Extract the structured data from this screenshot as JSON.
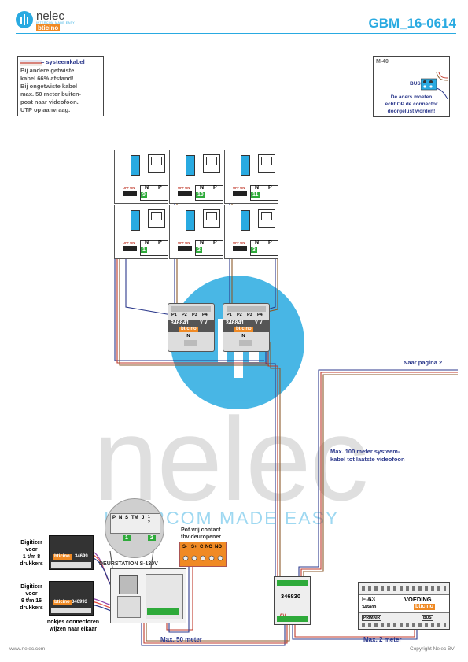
{
  "header": {
    "brand": "nelec",
    "brand_sub": "INTERCOM MADE EASY",
    "partner": "bticino",
    "doc_code": "GBM_16-0614",
    "colors": {
      "accent": "#29aae1",
      "wire_blue": "#2d3a8c",
      "wire_red": "#c0392b",
      "wire_brown": "#8b5a2b",
      "green": "#2eaa3a",
      "orange": "#f08a24"
    }
  },
  "legend_box": {
    "title": "= systeemkabel",
    "lines": [
      "Bij andere getwiste",
      "kabel 66% afstand!",
      "Bij ongetwiste kabel",
      "max. 50 meter buiten-",
      "post naar videofoon.",
      "UTP op aanvraag."
    ]
  },
  "m40_box": {
    "model": "M-40",
    "bus_label": "BUS",
    "note_lines": [
      "De aders moeten",
      "echt OP de connector",
      "doorgelust worden!"
    ]
  },
  "monitors": [
    {
      "switch": "OFF ON",
      "n": "N",
      "p": "P",
      "number": "9"
    },
    {
      "switch": "OFF ON",
      "n": "N",
      "p": "P",
      "number": "10"
    },
    {
      "switch": "OFF ON",
      "n": "N",
      "p": "P",
      "number": "11"
    },
    {
      "switch": "OFF ON",
      "n": "N",
      "p": "P",
      "number": "1"
    },
    {
      "switch": "OFF ON",
      "n": "N",
      "p": "P",
      "number": "2"
    },
    {
      "switch": "OFF ON",
      "n": "N",
      "p": "P",
      "number": "3"
    }
  ],
  "distributors": [
    {
      "ports": [
        "P1",
        "P2",
        "P3",
        "P4"
      ],
      "model": "346841",
      "vv": "V V",
      "brand": "bticino",
      "in": "IN"
    },
    {
      "ports": [
        "P1",
        "P2",
        "P3",
        "P4"
      ],
      "model": "346841",
      "vv": "V V",
      "brand": "bticino",
      "in": "IN"
    }
  ],
  "labels": {
    "naar_pagina": "Naar pagina 2",
    "max100_line1": "Max. 100 meter systeem-",
    "max100_line2": "kabel tot laatste videofoon",
    "pot_vrij_line1": "Pot.vrij contact",
    "pot_vrij_line2": "tbv deuropener",
    "deurstation": "DEURSTATION S-130V",
    "digitizer1": [
      "Digitizer",
      "voor",
      "1 t/m 8",
      "drukkers"
    ],
    "digitizer2": [
      "Digitizer",
      "voor",
      "9 t/m 16",
      "drukkers"
    ],
    "nokjes": [
      "nokjes connectoren",
      "wijzen naar elkaar"
    ],
    "max50": "Max. 50 meter",
    "max2": "Max. 2 meter",
    "footer_left": "www.nelec.com",
    "footer_right": "Copyright Nelec BV"
  },
  "relay_terminals": [
    "S-",
    "S+",
    "C",
    "NC",
    "NO"
  ],
  "zoom_terminals": [
    "P",
    "N",
    "S",
    "TM",
    "J",
    "1",
    "2"
  ],
  "zoom_numbers": [
    "1",
    "2"
  ],
  "digitizer_modules": [
    {
      "brand": "bticino",
      "model": "34699"
    },
    {
      "brand": "bticino",
      "model": "346993"
    }
  ],
  "interface_346830": {
    "model": "346830",
    "av": "AV"
  },
  "power_supply": {
    "model": "E-63",
    "name": "VOEDING",
    "brand": "bticino",
    "number": "346000",
    "primair": "PRIMAIR",
    "bus": "BUS"
  },
  "watermark": {
    "word": "nelec",
    "tagline": "INTERCOM MADE EASY"
  }
}
